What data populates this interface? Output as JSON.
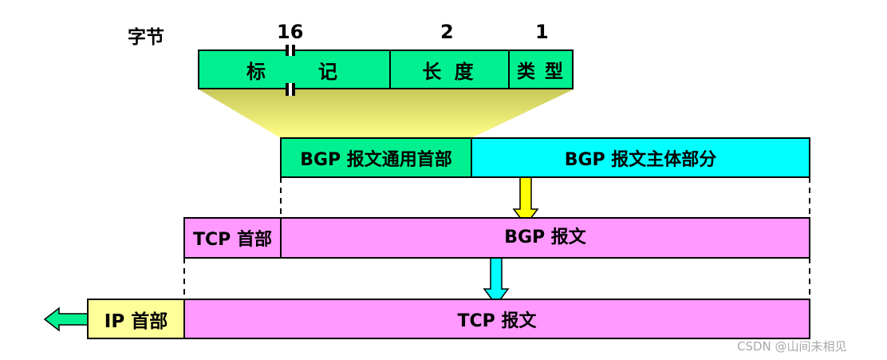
{
  "header": {
    "bytes_label": "字节",
    "size_marker": "16",
    "length_size": "2",
    "type_size": "1"
  },
  "header_fields": {
    "marker": "标　　记",
    "length": "长 度",
    "type": "类 型"
  },
  "bgp_message": {
    "common_header": "BGP 报文通用首部",
    "body": "BGP 报文主体部分"
  },
  "tcp_segment": {
    "header": "TCP 首部",
    "payload": "BGP 报文"
  },
  "ip_datagram": {
    "header": "IP 首部",
    "payload": "TCP 报文"
  },
  "watermark": "CSDN @山间未相见",
  "colors": {
    "green": "#00f090",
    "cyan": "#00ffff",
    "pink": "#ff99ff",
    "yellow": "#ffff99",
    "funnel": "#ffff66"
  }
}
